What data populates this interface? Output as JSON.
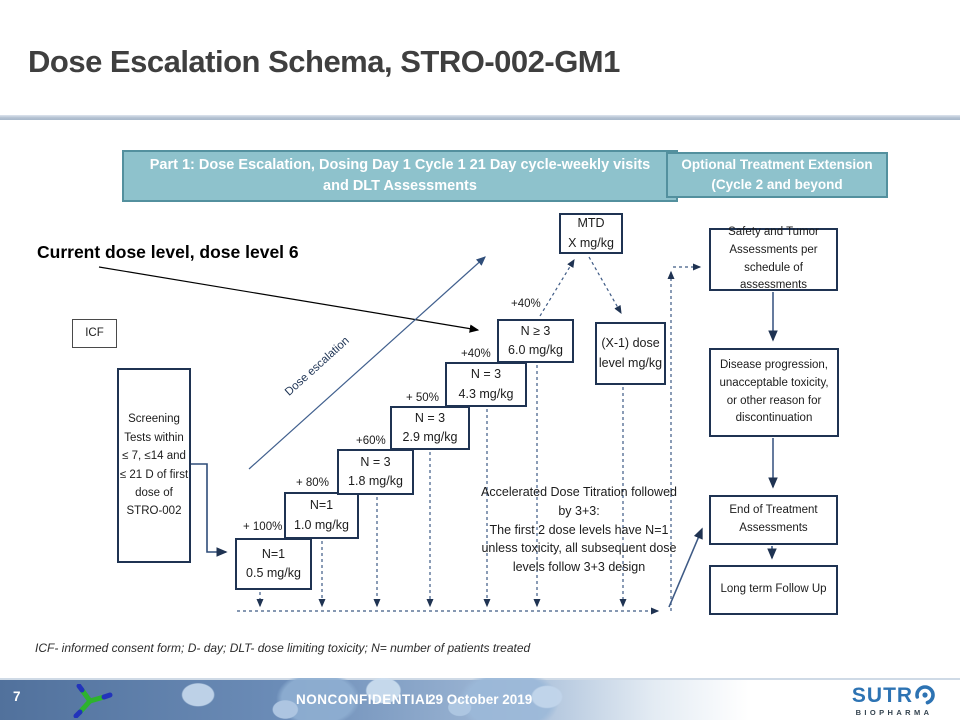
{
  "slide": {
    "title": "Dose Escalation Schema, STRO-002-GM1",
    "page_number": "7",
    "classification": "NONCONFIDENTIAL",
    "date": "29 October 2019",
    "footnote": "ICF- informed consent form; D- day; DLT- dose limiting toxicity; N= number of patients treated",
    "logo": {
      "wordmark": "SUTR",
      "sub": "BIOPHARMA"
    }
  },
  "headers": {
    "part1": "Part 1: Dose Escalation, Dosing Day 1 Cycle 1 21 Day cycle-weekly visits and DLT Assessments",
    "extension": "Optional Treatment Extension\n(Cycle 2 and beyond"
  },
  "annotation": {
    "label": "Current dose level, dose level 6"
  },
  "flow": {
    "icf": "ICF",
    "screening": "Screening\nTests within\n≤ 7, ≤14 and\n≤ 21 D of first\ndose of\nSTRO-002",
    "dose_escalation_label": "Dose escalation",
    "steps": [
      {
        "pct": "+ 100%",
        "n": "N=1",
        "dose": "0.5 mg/kg"
      },
      {
        "pct": "+ 80%",
        "n": "N=1",
        "dose": "1.0 mg/kg"
      },
      {
        "pct": "+60%",
        "n": "N = 3",
        "dose": "1.8 mg/kg"
      },
      {
        "pct": "+ 50%",
        "n": "N = 3",
        "dose": "2.9 mg/kg"
      },
      {
        "pct": "+40%",
        "n": "N = 3",
        "dose": "4.3 mg/kg"
      },
      {
        "pct": "+40%",
        "n": "N ≥ 3",
        "dose": "6.0 mg/kg"
      }
    ],
    "mtd": "MTD\nX mg/kg",
    "x_minus_1": "(X-1) dose\nlevel mg/kg",
    "titration_note": "Accelerated Dose Titration followed\nby 3+3:\nThe first 2 dose levels have N=1\nunless toxicity, all subsequent dose\nlevels follow 3+3 design",
    "right_column": [
      "Safety and Tumor\nAssessments per\nschedule of\nassessments",
      "Disease progression,\nunacceptable toxicity,\nor other reason for\ndiscontinuation",
      "End of Treatment\nAssessments",
      "Long term Follow Up"
    ]
  },
  "colors": {
    "header_fill": "#8ec2cc",
    "header_border": "#53909e",
    "box_border": "#1f3352",
    "connector": "#3e5a85",
    "title_text": "#3f3f3f",
    "logo_blue": "#2d73b3"
  }
}
